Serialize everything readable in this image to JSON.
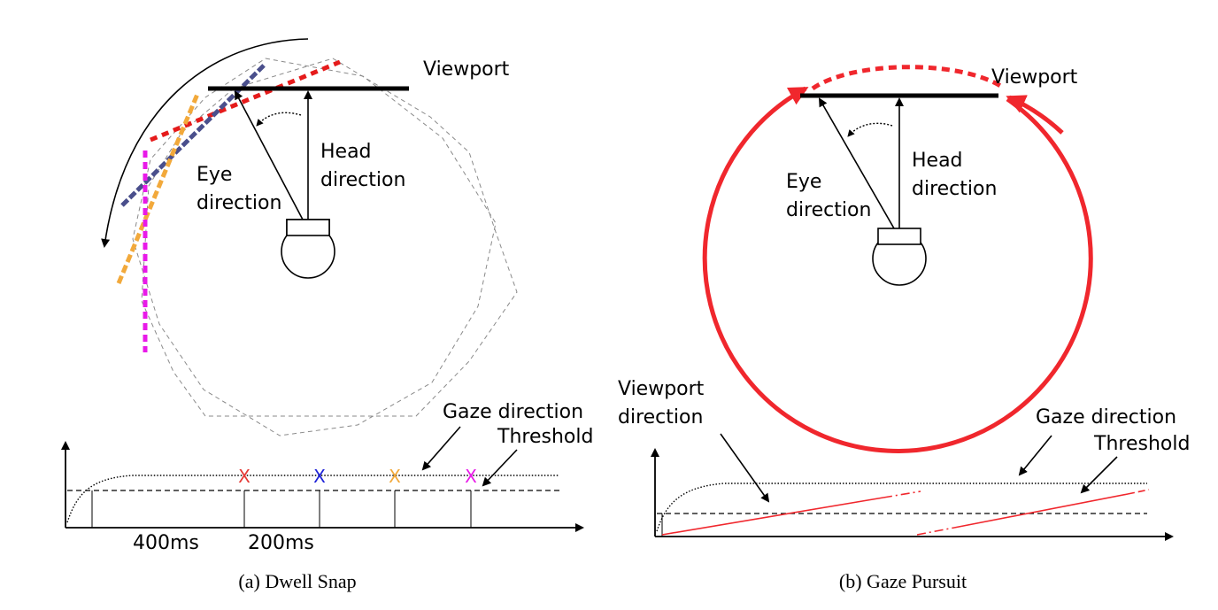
{
  "panel_a": {
    "viewport_label": "Viewport",
    "head_label_1": "Head",
    "head_label_2": "direction",
    "eye_label_1": "Eye",
    "eye_label_2": "direction",
    "gaze_label": "Gaze direction",
    "threshold_label": "Threshold",
    "time_1": "400ms",
    "time_2": "200ms",
    "marks": [
      {
        "symbol": "X",
        "color": "#e53935"
      },
      {
        "symbol": "X",
        "color": "#1e22d8"
      },
      {
        "symbol": "X",
        "color": "#f2a93b"
      },
      {
        "symbol": "X",
        "color": "#e81ae8"
      }
    ],
    "snap_line_colors": [
      "#e51b1b",
      "#4a4f8c",
      "#f2a93b",
      "#e81ae8"
    ],
    "caption": "(a) Dwell Snap"
  },
  "panel_b": {
    "viewport_label": "Viewport",
    "head_label_1": "Head",
    "head_label_2": "direction",
    "eye_label_1": "Eye",
    "eye_label_2": "direction",
    "viewport_dir_1": "Viewport",
    "viewport_dir_2": "direction",
    "gaze_label": "Gaze direction",
    "threshold_label": "Threshold",
    "circle_color": "#f0272d",
    "caption": "(b) Gaze Pursuit"
  }
}
